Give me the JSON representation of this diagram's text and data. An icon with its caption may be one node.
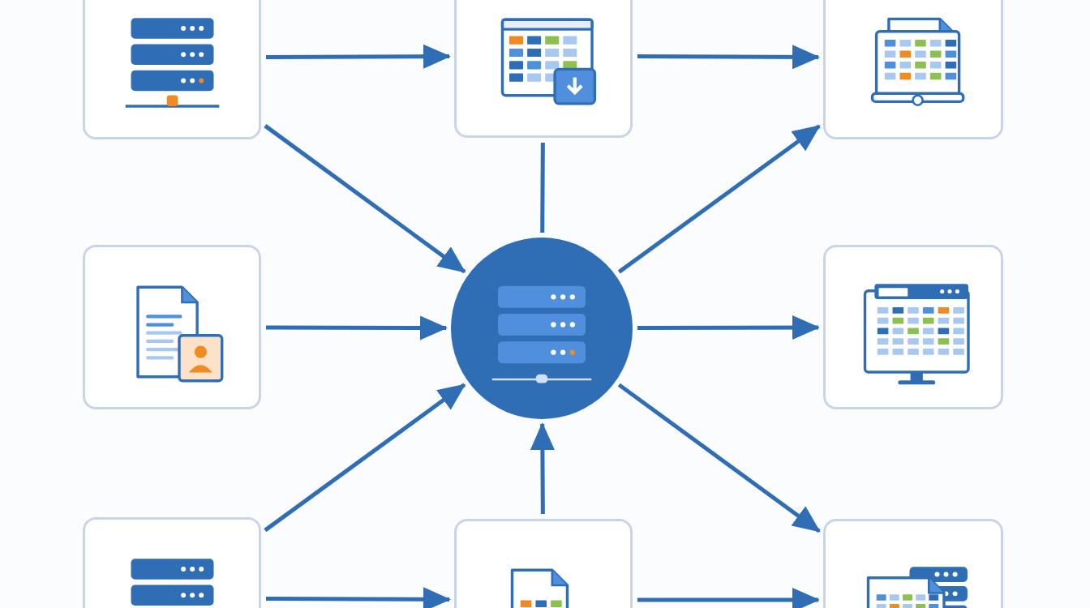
{
  "diagram": {
    "nodes": [
      {
        "text": [],
        "shape": "picture"
      },
      {
        "text": [],
        "shape": "picture"
      },
      {
        "text": [],
        "shape": "picture"
      },
      {
        "text": [],
        "shape": "picture"
      },
      {
        "text": [],
        "shape": "circle"
      },
      {
        "text": [],
        "shape": "picture"
      },
      {
        "text": [],
        "shape": "picture"
      },
      {
        "text": [],
        "shape": "picture"
      },
      {
        "text": [],
        "shape": "picture"
      }
    ],
    "edges": [
      {
        "from": 0,
        "to": 1,
        "arrow": "to"
      },
      {
        "from": 1,
        "to": 2,
        "arrow": "to"
      },
      {
        "from": 0,
        "to": 4,
        "arrow": "to"
      },
      {
        "from": 1,
        "to": 4,
        "arrow": "none"
      },
      {
        "from": 4,
        "to": 2,
        "arrow": "to"
      },
      {
        "from": 3,
        "to": 4,
        "arrow": "to"
      },
      {
        "from": 4,
        "to": 5,
        "arrow": "to"
      },
      {
        "from": 6,
        "to": 4,
        "arrow": "to"
      },
      {
        "from": 7,
        "to": 4,
        "arrow": "to"
      },
      {
        "from": 4,
        "to": 8,
        "arrow": "to"
      },
      {
        "from": 6,
        "to": 7,
        "arrow": "to"
      },
      {
        "from": 7,
        "to": 8,
        "arrow": "to"
      }
    ]
  }
}
